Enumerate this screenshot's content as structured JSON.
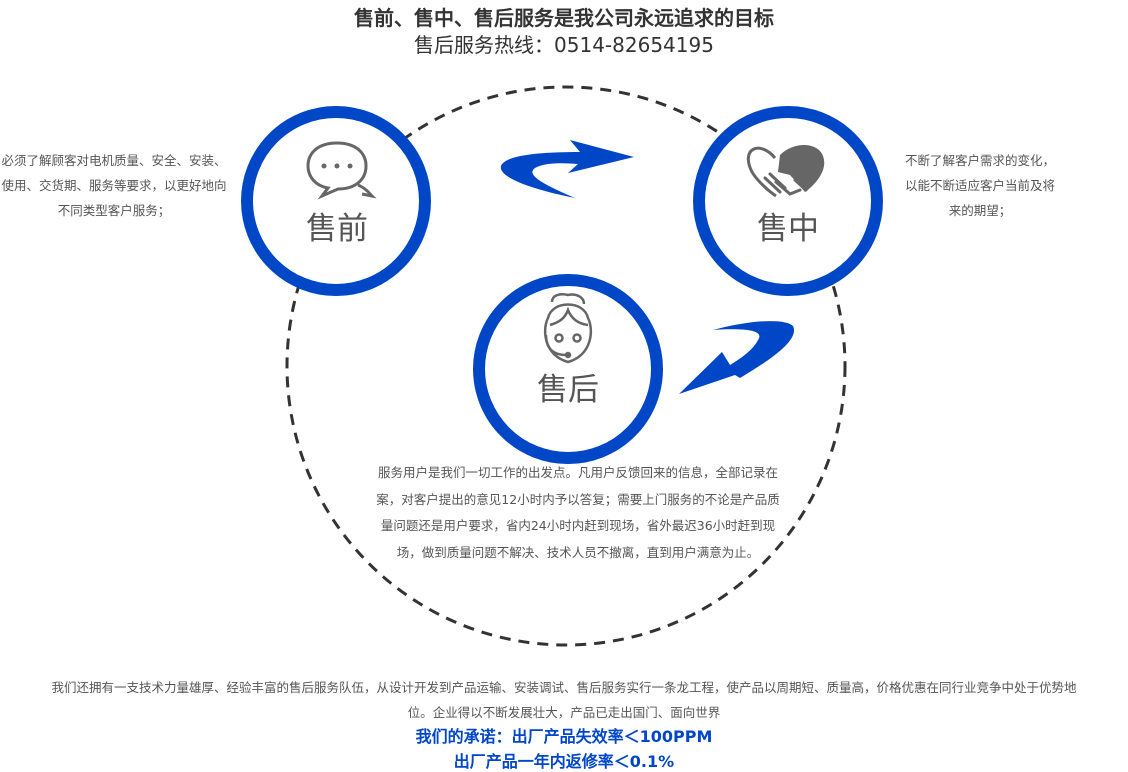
{
  "header": {
    "title": "售前、售中、售后服务是我公司永远追求的目标",
    "hotline": "售后服务热线：0514-82654195"
  },
  "colors": {
    "accent": "#0047c8",
    "text": "#555555",
    "icon": "#666666"
  },
  "stages": [
    {
      "label": "售前",
      "icon": "chat-bubbles-icon",
      "description": "必须了解顾客对电机质量、安全、安装、使用、交货期、服务等要求，以更好地向不同类型客户服务；"
    },
    {
      "label": "售中",
      "icon": "handshake-icon",
      "description": "不断了解客户需求的变化，以能不断适应客户当前及将来的期望；"
    },
    {
      "label": "售后",
      "icon": "customer-service-headset-icon",
      "description": "服务用户是我们一切工作的出发点。凡用户反馈回来的信息，全部记录在案，对客户提出的意见12小时内予以答复；需要上门服务的不论是产品质量问题还是用户要求，省内24小时内赶到现场，省外最迟36小时赶到现场，做到质量问题不解决、技术人员不撤离，直到用户满意为止。"
    }
  ],
  "footer": {
    "text": "我们还拥有一支技术力量雄厚、经验丰富的售后服务队伍，从设计开发到产品运输、安装调试、售后服务实行一条龙工程，使产品以周期短、质量高，价格优惠在同行业竞争中处于优势地位。企业得以不断发展壮大，产品已走出国门、面向世界",
    "promise_1": "我们的承诺：出厂产品失效率＜100PPM",
    "promise_2": "出厂产品一年内返修率＜0.1%"
  }
}
